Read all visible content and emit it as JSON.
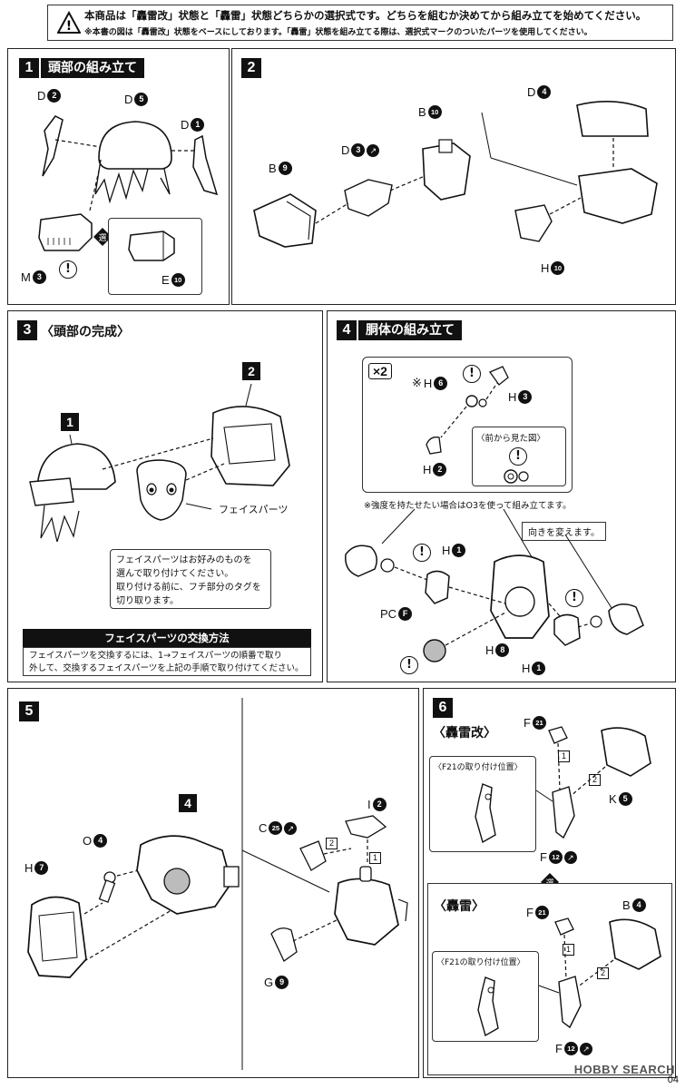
{
  "notice": {
    "line1": "本商品は「轟雷改」状態と「轟雷」状態どちらかの選択式です。どちらを組むか決めてから組み立てを始めてください。",
    "line2": "※本書の図は「轟雷改」状態をベースにしております。「轟雷」状態を組み立てる際は、選択式マークのついたパーツを使用してください。"
  },
  "step1": {
    "num": "1",
    "title": "頭部の組み立て",
    "parts": {
      "d2": {
        "letter": "D",
        "num": "2"
      },
      "d5": {
        "letter": "D",
        "num": "5"
      },
      "d1": {
        "letter": "D",
        "num": "1"
      },
      "m3": {
        "letter": "M",
        "num": "3"
      },
      "e10": {
        "letter": "E",
        "num": "10"
      }
    },
    "alt_mark": "選"
  },
  "step2": {
    "num": "2",
    "parts": {
      "b9": {
        "letter": "B",
        "num": "9"
      },
      "d3": {
        "letter": "D",
        "num": "3"
      },
      "b10": {
        "letter": "B",
        "num": "10"
      },
      "d4": {
        "letter": "D",
        "num": "4"
      },
      "h10": {
        "letter": "H",
        "num": "10"
      }
    }
  },
  "step3": {
    "num": "3",
    "title": "〈頭部の完成〉",
    "ref1": "1",
    "ref2": "2",
    "face_label": "フェイスパーツ",
    "note_lines": [
      "フェイスパーツはお好みのものを",
      "選んで取り付けてください。",
      "取り付ける前に、フチ部分のタグを",
      "切り取ります。"
    ],
    "exchange_title": "フェイスパーツの交換方法",
    "exchange_lines": [
      "フェイスパーツを交換するには、1→フェイスパーツの順番で取り",
      "外して、交換するフェイスパーツを上記の手順で取り付けてください。"
    ]
  },
  "step4": {
    "num": "4",
    "title": "胴体の組み立て",
    "times": "×2",
    "asterisk": "※",
    "front_view": "〈前から見た図〉",
    "strength_note": "※強度を持たせたい場合はO3を使って組み立てます。",
    "turn_note": "向きを変えます。",
    "parts": {
      "h6": {
        "letter": "H",
        "num": "6"
      },
      "h3": {
        "letter": "H",
        "num": "3"
      },
      "h2": {
        "letter": "H",
        "num": "2"
      },
      "h1a": {
        "letter": "H",
        "num": "1"
      },
      "pcf": {
        "letter": "PC",
        "num": "F"
      },
      "h8": {
        "letter": "H",
        "num": "8"
      },
      "h1b": {
        "letter": "H",
        "num": "1"
      }
    }
  },
  "step5": {
    "num": "5",
    "ref4": "4",
    "parts": {
      "o4": {
        "letter": "O",
        "num": "4"
      },
      "h7": {
        "letter": "H",
        "num": "7"
      },
      "i2": {
        "letter": "I",
        "num": "2"
      },
      "c25": {
        "letter": "C",
        "num": "25"
      },
      "g9": {
        "letter": "G",
        "num": "9"
      }
    },
    "seq1": "1",
    "seq2": "2"
  },
  "step6": {
    "num": "6",
    "kai_title": "〈轟雷改〉",
    "rai_title": "〈轟雷〉",
    "pos_label_a": "〈F21の取り付け位置〉",
    "pos_label_b": "〈F21の取り付け位置〉",
    "parts": {
      "f21a": {
        "letter": "F",
        "num": "21"
      },
      "k5": {
        "letter": "K",
        "num": "5"
      },
      "f12a": {
        "letter": "F",
        "num": "12"
      },
      "f21b": {
        "letter": "F",
        "num": "21"
      },
      "b4": {
        "letter": "B",
        "num": "4"
      },
      "f12b": {
        "letter": "F",
        "num": "12"
      }
    },
    "seq1": "1",
    "seq2": "2",
    "alt_mark": "選"
  },
  "footer": {
    "watermark": "HOBBY SEARCH",
    "page": "04"
  }
}
